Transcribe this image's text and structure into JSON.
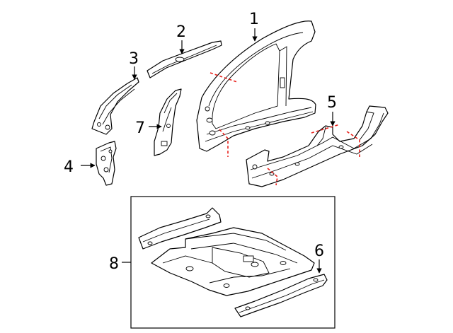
{
  "diagram": {
    "callouts": {
      "c1": "1",
      "c2": "2",
      "c3": "3",
      "c4": "4",
      "c5": "5",
      "c6": "6",
      "c7": "7",
      "c8": "8"
    },
    "colors": {
      "line": "#000000",
      "cut_line": "#e8201a",
      "background": "#ffffff"
    }
  }
}
